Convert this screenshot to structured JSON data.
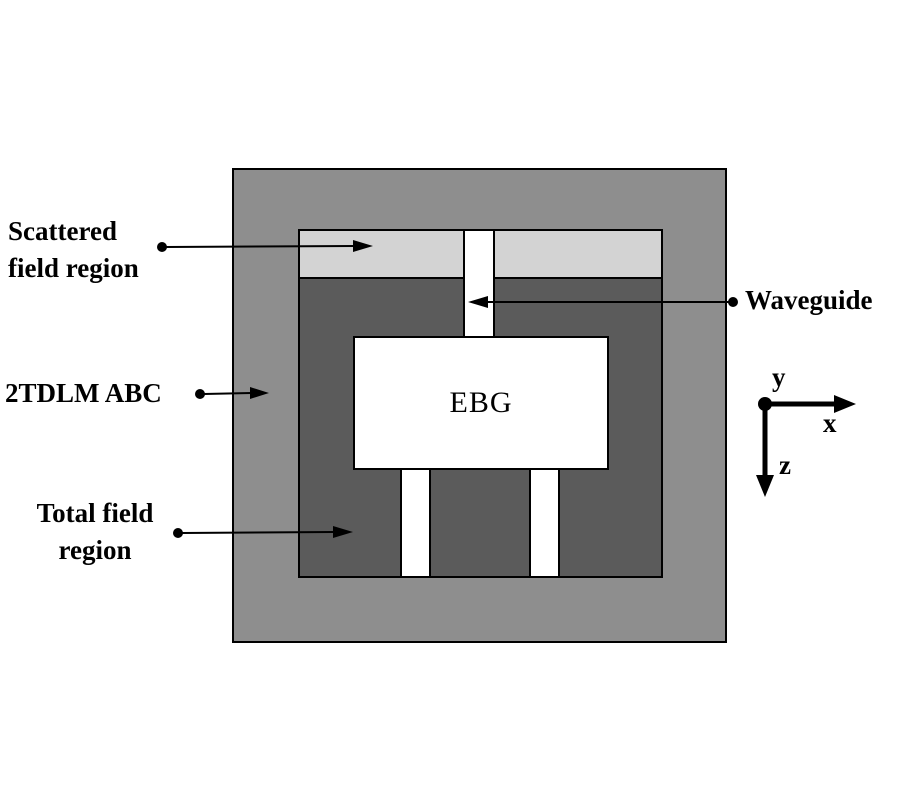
{
  "figure": {
    "labels": {
      "scattered": {
        "line1": "Scattered",
        "line2": "field region"
      },
      "abc": "2TDLM ABC",
      "total": {
        "line1": "Total field",
        "line2": "region"
      },
      "waveguide": "Waveguide",
      "ebg": "EBG"
    },
    "axes": {
      "x": "x",
      "y": "y",
      "z": "z"
    },
    "colors": {
      "abc_band": "#8e8e8e",
      "scattered_region": "#d3d3d3",
      "total_region": "#5b5b5b",
      "waveguide_fill": "#ffffff",
      "line": "#000000"
    }
  }
}
